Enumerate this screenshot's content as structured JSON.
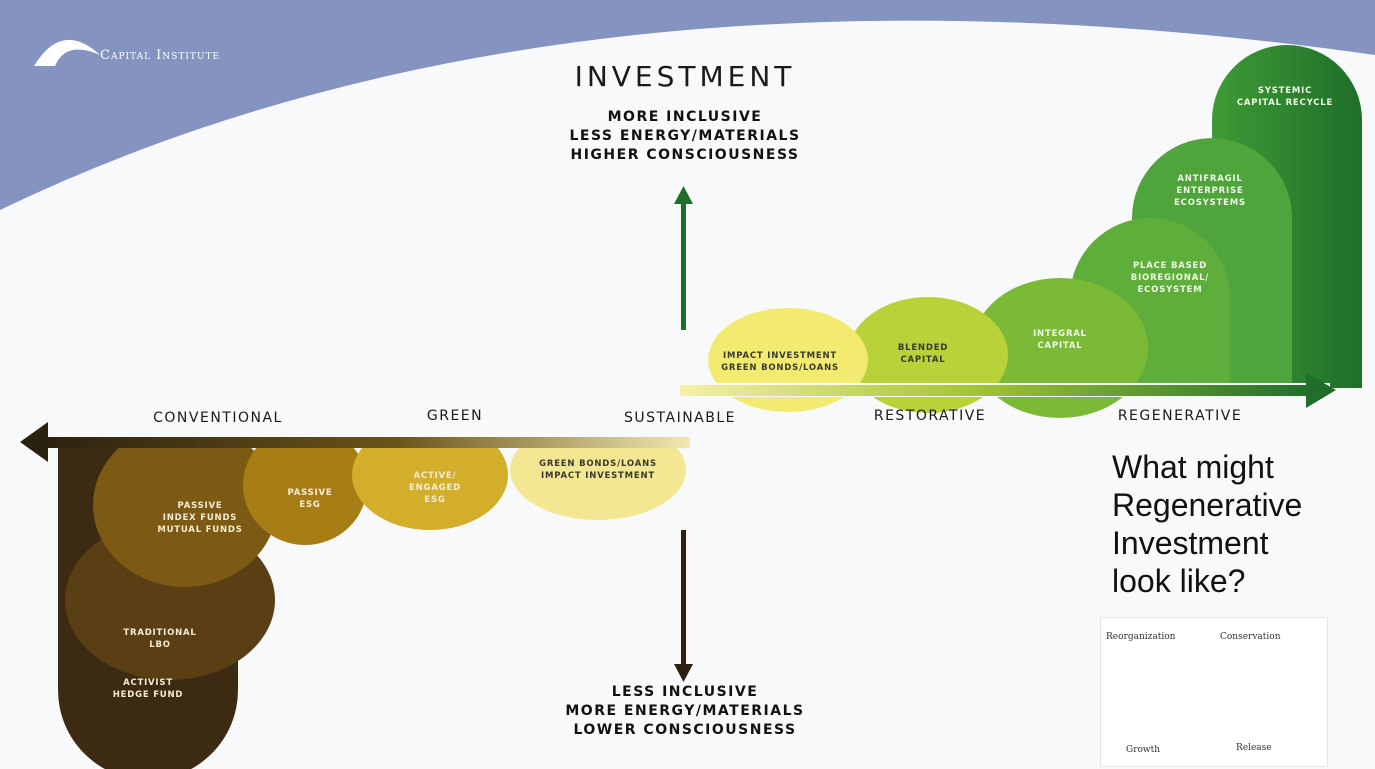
{
  "brand": {
    "name": "Capital Institute"
  },
  "title": "INVESTMENT",
  "upper_lines": [
    "MORE INCLUSIVE",
    "LESS ENERGY/MATERIALS",
    "HIGHER CONSCIOUSNESS"
  ],
  "lower_lines": [
    "LESS INCLUSIVE",
    "MORE ENERGY/MATERIALS",
    "LOWER CONSCIOUSNESS"
  ],
  "stages": {
    "conventional": "CONVENTIONAL",
    "green": "GREEN",
    "sustainable": "SUSTAINABLE",
    "restorative": "RESTORATIVE",
    "regenerative": "REGENERATIVE"
  },
  "lower_bubbles": {
    "passive_index": [
      "PASSIVE",
      "INDEX FUNDS",
      "MUTUAL FUNDS"
    ],
    "passive_esg": [
      "PASSIVE",
      "ESG"
    ],
    "active_esg": [
      "ACTIVE/",
      "ENGAGED",
      "ESG"
    ],
    "green_bonds": [
      "GREEN BONDS/LOANS",
      "IMPACT INVESTMENT"
    ],
    "traditional": [
      "TRADITIONAL",
      "LBO"
    ],
    "activist": [
      "ACTIVIST",
      "HEDGE FUND"
    ]
  },
  "upper_bubbles": {
    "impact": [
      "IMPACT INVESTMENT",
      "GREEN BONDS/LOANS"
    ],
    "blended": [
      "BLENDED",
      "CAPITAL"
    ],
    "integral": [
      "INTEGRAL",
      "CAPITAL"
    ],
    "place_based": [
      "PLACE BASED",
      "BIOREGIONAL/",
      "ECOSYSTEM"
    ],
    "antifragil": [
      "ANTIFRAGIL",
      "ENTERPRISE",
      "ECOSYSTEMS"
    ],
    "systemic": [
      "SYSTEMIC",
      "CAPITAL RECYCLE"
    ]
  },
  "question_lines": [
    "What might",
    "Regenerative",
    "Investment",
    "look like?"
  ],
  "cycle": {
    "reorganization": "Reorganization",
    "conservation": "Conservation",
    "growth": "Growth",
    "release": "Release"
  },
  "colors": {
    "sky": "#8593c0",
    "arrow_green": "#1f6e2a",
    "arrow_brown": "#2b2110"
  }
}
